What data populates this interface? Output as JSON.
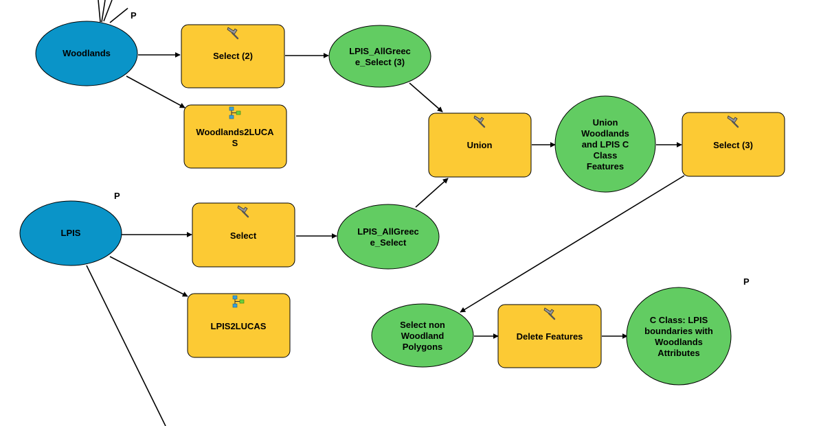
{
  "diagram": {
    "parameter_marker": "P",
    "colors": {
      "input_data": "#0A94C8",
      "derived_data": "#62CC62",
      "tool": "#FCCA34",
      "stroke": "#000000"
    },
    "nodes": {
      "woodlands": {
        "lines": [
          "Woodlands"
        ],
        "kind": "input_data"
      },
      "select2": {
        "lines": [
          "Select (2)"
        ],
        "kind": "tool",
        "icon": "hammer-icon"
      },
      "lpis_allgreece_select3": {
        "lines": [
          "LPIS_AllGreec",
          "e_Select (3)"
        ],
        "kind": "derived_data"
      },
      "woodlands2lucas": {
        "lines": [
          "Woodlands2LUCA",
          "S"
        ],
        "kind": "tool",
        "icon": "model-icon"
      },
      "union": {
        "lines": [
          "Union"
        ],
        "kind": "tool",
        "icon": "hammer-icon"
      },
      "union_output": {
        "lines": [
          "Union",
          "Woodlands",
          "and LPIS C",
          "Class",
          "Features"
        ],
        "kind": "derived_data"
      },
      "select3": {
        "lines": [
          "Select (3)"
        ],
        "kind": "tool",
        "icon": "hammer-icon"
      },
      "lpis": {
        "lines": [
          "LPIS"
        ],
        "kind": "input_data"
      },
      "select": {
        "lines": [
          "Select"
        ],
        "kind": "tool",
        "icon": "hammer-icon"
      },
      "lpis_allgreece_select": {
        "lines": [
          "LPIS_AllGreec",
          "e_Select"
        ],
        "kind": "derived_data"
      },
      "lpis2lucas": {
        "lines": [
          "LPIS2LUCAS"
        ],
        "kind": "tool",
        "icon": "model-icon"
      },
      "select_non_woodland": {
        "lines": [
          "Select non",
          "Woodland",
          "Polygons"
        ],
        "kind": "derived_data"
      },
      "delete_features": {
        "lines": [
          "Delete Features"
        ],
        "kind": "tool",
        "icon": "hammer-icon"
      },
      "c_class_output": {
        "lines": [
          "C Class: LPIS",
          "boundaries with",
          "Woodlands",
          "Attributes"
        ],
        "kind": "derived_data"
      }
    }
  }
}
